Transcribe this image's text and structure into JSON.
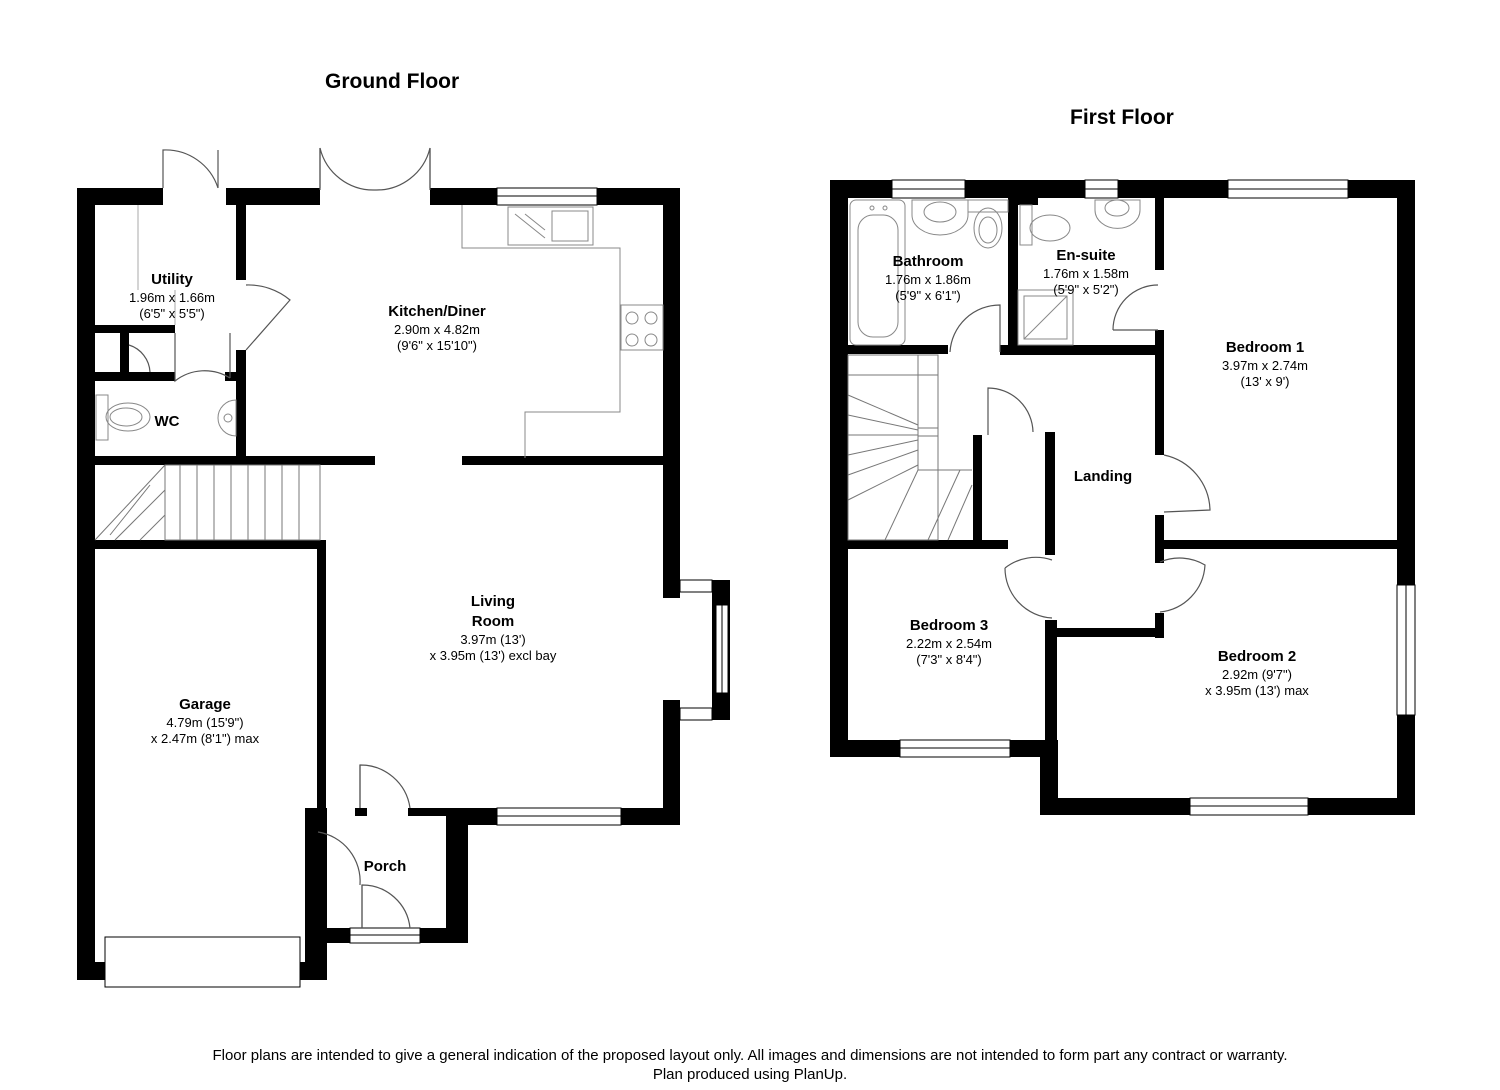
{
  "floors": {
    "ground": {
      "title": "Ground Floor",
      "rooms": {
        "utility": {
          "name": "Utility",
          "dim1": "1.96m x 1.66m",
          "dim2": "(6'5\" x 5'5\")"
        },
        "wc": {
          "name": "WC"
        },
        "kitchen": {
          "name": "Kitchen/Diner",
          "dim1": "2.90m x 4.82m",
          "dim2": "(9'6\" x 15'10\")"
        },
        "living": {
          "name1": "Living",
          "name2": "Room",
          "dim1": "3.97m (13')",
          "dim2": "x 3.95m (13') excl bay"
        },
        "garage": {
          "name": "Garage",
          "dim1": "4.79m (15'9\")",
          "dim2": "x 2.47m (8'1\") max"
        },
        "porch": {
          "name": "Porch"
        }
      }
    },
    "first": {
      "title": "First Floor",
      "rooms": {
        "bathroom": {
          "name": "Bathroom",
          "dim1": "1.76m x 1.86m",
          "dim2": "(5'9\" x 6'1\")"
        },
        "ensuite": {
          "name": "En-suite",
          "dim1": "1.76m x 1.58m",
          "dim2": "(5'9\" x 5'2\")"
        },
        "bedroom1": {
          "name": "Bedroom 1",
          "dim1": "3.97m x 2.74m",
          "dim2": "(13' x 9')"
        },
        "landing": {
          "name": "Landing"
        },
        "bedroom3": {
          "name": "Bedroom 3",
          "dim1": "2.22m x 2.54m",
          "dim2": "(7'3\" x 8'4\")"
        },
        "bedroom2": {
          "name": "Bedroom 2",
          "dim1": "2.92m (9'7\")",
          "dim2": "x 3.95m (13') max"
        }
      }
    }
  },
  "footer": {
    "line1": "Floor plans are intended to give a general indication of the proposed layout only. All images and dimensions are not intended to form part any contract or warranty.",
    "line2": "Plan produced using PlanUp."
  },
  "colors": {
    "wall": "#000000",
    "fixture_stroke": "#888888",
    "door_stroke": "#555555",
    "background": "#ffffff"
  }
}
